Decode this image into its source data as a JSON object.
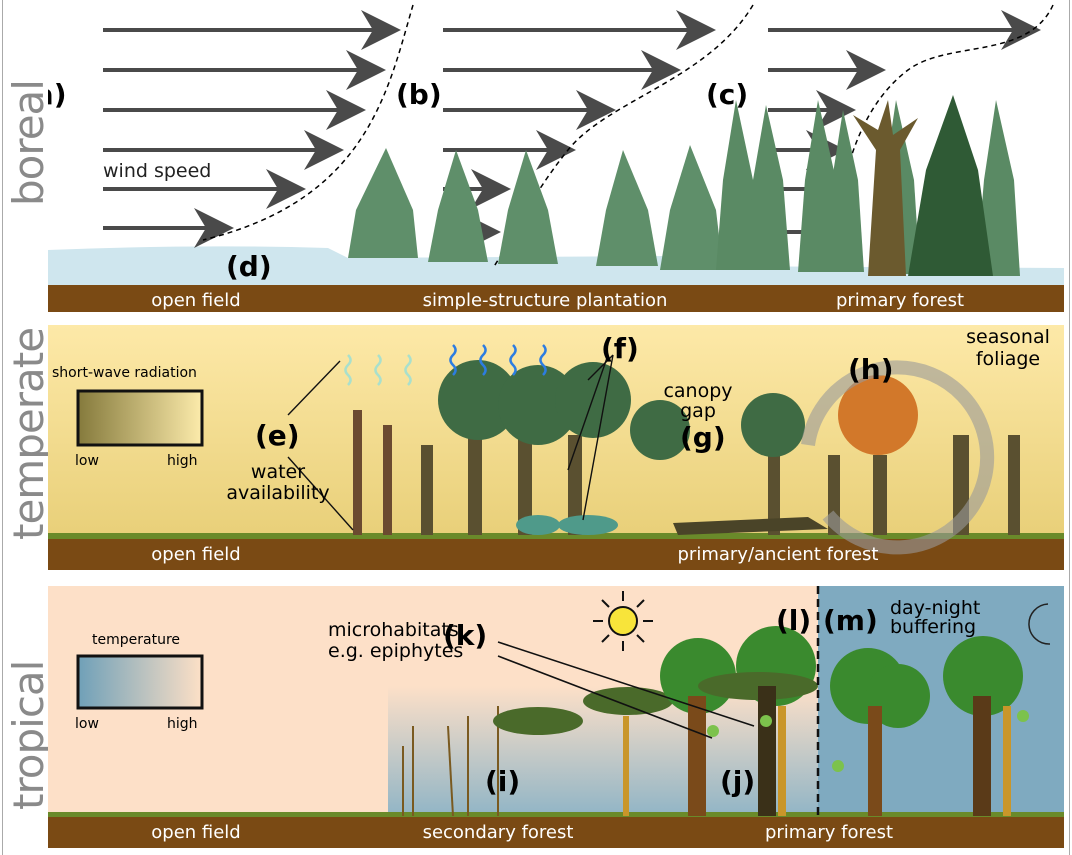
{
  "biomes": {
    "boreal": {
      "label": "boreal",
      "panel_labels": {
        "a": "(a)",
        "b": "(b)",
        "c": "(c)",
        "d": "(d)"
      },
      "annotation_wind": "wind speed",
      "ground_labels": [
        "open field",
        "simple-structure plantation",
        "primary forest"
      ],
      "colors": {
        "snow": "#cfe6ee",
        "soil": "#7a4a14",
        "conifer": "#5f8f6a",
        "conifer_dark": "#2f5a35",
        "arrow": "#4a4a4a"
      }
    },
    "temperate": {
      "label": "temperate",
      "panel_labels": {
        "e": "(e)",
        "f": "(f)",
        "g": "(g)",
        "h": "(h)"
      },
      "legend": {
        "title": "short-wave radiation",
        "low": "low",
        "high": "high",
        "gradient_from": "#857a3c",
        "gradient_to": "#fcebab"
      },
      "annotations": {
        "water": "water",
        "availability": "availability",
        "canopy": "canopy",
        "gap": "gap",
        "seasonal": "seasonal",
        "foliage": "foliage"
      },
      "ground_labels": [
        "open field",
        "primary/ancient forest"
      ],
      "colors": {
        "sky": "#fde9a8",
        "soil": "#7a4a14",
        "trunk": "#5a5030",
        "crown": "#3f6b44",
        "autumn": "#d2782a"
      }
    },
    "tropical": {
      "label": "tropical",
      "panel_labels": {
        "i": "(i)",
        "j": "(j)",
        "k": "(k)",
        "l": "(l)",
        "m": "(m)"
      },
      "legend": {
        "title": "temperature",
        "low": "low",
        "high": "high",
        "gradient_from": "#6fa0b8",
        "gradient_to": "#fde0c6"
      },
      "annotations": {
        "micro1": "microhabitats,",
        "micro2": "e.g. epiphytes",
        "day": "day-night",
        "buffer": "buffering"
      },
      "ground_labels": [
        "open field",
        "secondary forest",
        "primary forest"
      ],
      "colors": {
        "sky_warm": "#fde0c8",
        "sky_cool": "#7faac0",
        "soil": "#7a4a14",
        "crown": "#3a8a2e",
        "crown_light": "#7cc24c",
        "sun": "#f8e43a"
      }
    }
  }
}
